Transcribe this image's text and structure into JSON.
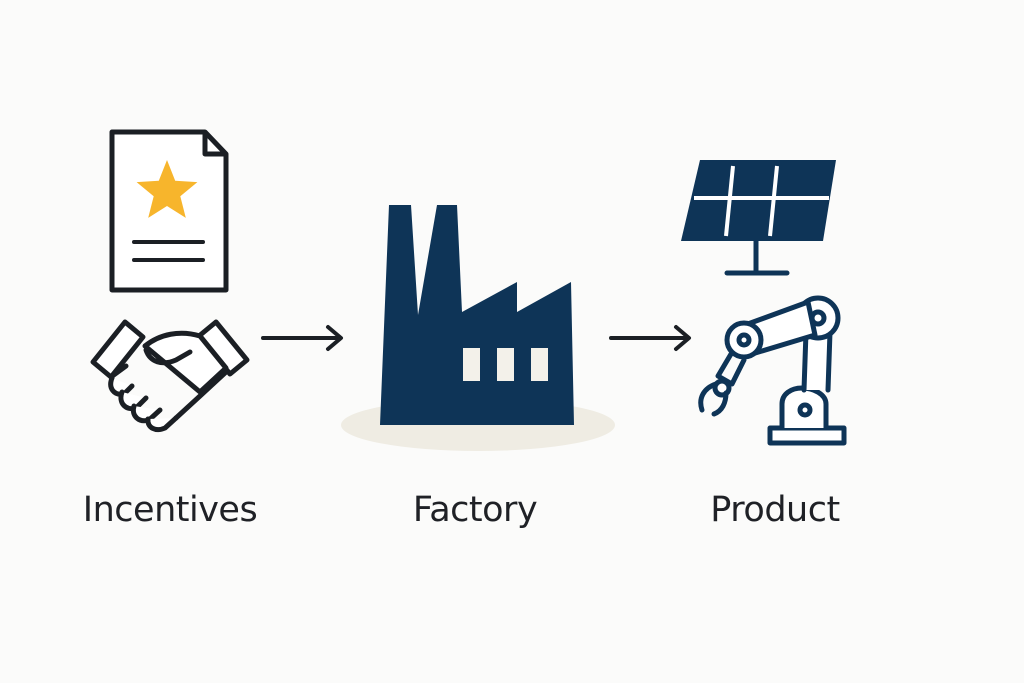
{
  "stages": [
    {
      "label": "Incentives",
      "icons": [
        "document-star-icon",
        "handshake-icon"
      ]
    },
    {
      "label": "Factory",
      "icons": [
        "factory-icon"
      ]
    },
    {
      "label": "Product",
      "icons": [
        "solar-panel-icon",
        "robotic-arm-icon"
      ]
    }
  ],
  "connectors": [
    "arrow-right-icon",
    "arrow-right-icon"
  ],
  "colors": {
    "navy": "#0e3457",
    "outline": "#1b1f24",
    "star": "#f7b52c",
    "background": "#fbfbfa",
    "window": "#f3f1ea",
    "shadow": "#efece3"
  }
}
